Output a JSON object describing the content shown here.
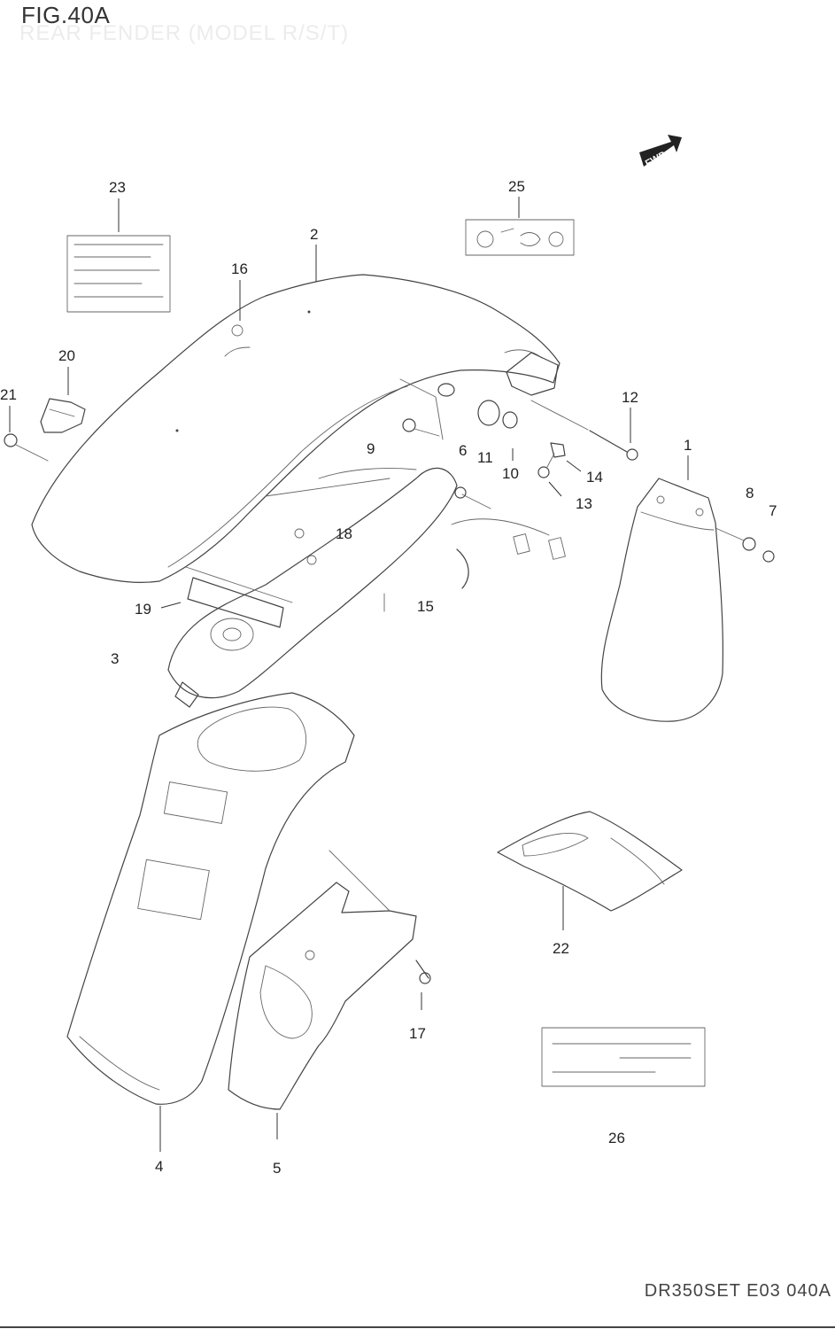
{
  "figure": {
    "title": "FIG.40A",
    "subtitle": "REAR FENDER (MODEL R/S/T)",
    "footer_code": "DR350SET E03 040A",
    "forward_label": "FWD"
  },
  "callouts": [
    {
      "id": "c1",
      "label": "1"
    },
    {
      "id": "c2",
      "label": "2"
    },
    {
      "id": "c3",
      "label": "3"
    },
    {
      "id": "c4",
      "label": "4"
    },
    {
      "id": "c5",
      "label": "5"
    },
    {
      "id": "c6",
      "label": "6"
    },
    {
      "id": "c7",
      "label": "7"
    },
    {
      "id": "c8",
      "label": "8"
    },
    {
      "id": "c9",
      "label": "9"
    },
    {
      "id": "c10",
      "label": "10"
    },
    {
      "id": "c11",
      "label": "11"
    },
    {
      "id": "c12",
      "label": "12"
    },
    {
      "id": "c13",
      "label": "13"
    },
    {
      "id": "c14",
      "label": "14"
    },
    {
      "id": "c15",
      "label": "15"
    },
    {
      "id": "c16",
      "label": "16"
    },
    {
      "id": "c17",
      "label": "17"
    },
    {
      "id": "c18",
      "label": "18"
    },
    {
      "id": "c19",
      "label": "19"
    },
    {
      "id": "c20",
      "label": "20"
    },
    {
      "id": "c21",
      "label": "21"
    },
    {
      "id": "c22",
      "label": "22"
    },
    {
      "id": "c23",
      "label": "23"
    },
    {
      "id": "c25",
      "label": "25"
    },
    {
      "id": "c26",
      "label": "26"
    }
  ]
}
